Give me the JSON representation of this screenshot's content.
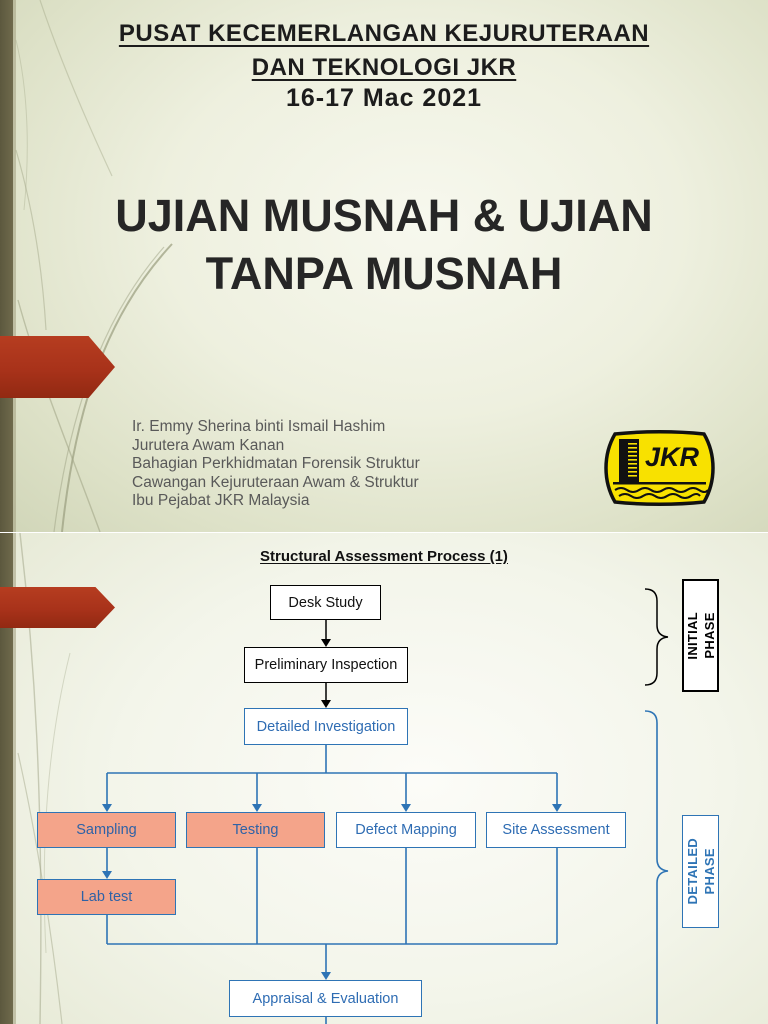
{
  "slide1": {
    "header": {
      "line1": "PUSAT KECEMERLANGAN KEJURUTERAAN",
      "line2": "DAN TEKNOLOGI JKR",
      "date": "16-17 Mac 2021"
    },
    "title": {
      "line1": "UJIAN MUSNAH & UJIAN",
      "line2": "TANPA MUSNAH"
    },
    "presenter": [
      "Ir. Emmy Sherina binti Ismail Hashim",
      "Jurutera Awam Kanan",
      "Bahagian Perkhidmatan Forensik Struktur",
      "Cawangan Kejuruteraan Awam & Struktur",
      "Ibu Pejabat JKR Malaysia"
    ],
    "logo": {
      "text": "JKR"
    }
  },
  "slide2": {
    "title": "Structural Assessment Process (1)",
    "steps": {
      "desk_study": "Desk Study",
      "preliminary_inspection": "Preliminary Inspection",
      "detailed_investigation": "Detailed Investigation",
      "sampling": "Sampling",
      "testing": "Testing",
      "defect_mapping": "Defect Mapping",
      "site_assessment": "Site Assessment",
      "lab_test": "Lab test",
      "appraisal_evaluation": "Appraisal & Evaluation"
    },
    "phases": {
      "initial": [
        "INITIAL",
        "PHASE"
      ],
      "detailed": [
        "DETAILED",
        "PHASE"
      ]
    }
  },
  "icons": {
    "section_marker": "red-arrow-marker-icon",
    "logo": "jkr-logo-icon"
  },
  "colors": {
    "template_bar": "#6f6a4c",
    "accent_arrow": "#a8321a",
    "flow_blue": "#2e74b5",
    "sample_fill": "#f4a48a",
    "logo_yellow": "#f8e100",
    "text_dark": "#222222",
    "text_gray": "#595959"
  }
}
